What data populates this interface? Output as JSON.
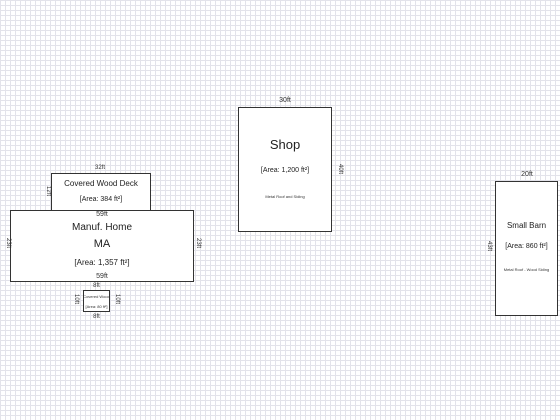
{
  "shapes": {
    "deck": {
      "label": "Covered Wood Deck",
      "area": "[Area: 384 ft²]",
      "top": "32ft",
      "side": "12ft"
    },
    "home": {
      "label1": "Manuf. Home",
      "label2": "MA",
      "area": "[Area: 1,357 ft²]",
      "top": "59ft",
      "bottom": "59ft",
      "left": "23ft",
      "right": "23ft"
    },
    "porch": {
      "top": "8ft",
      "bottom": "8ft",
      "left": "10ft",
      "right": "10ft",
      "label": "Covered Wood",
      "area": "[Area: 80 ft²]"
    },
    "shop": {
      "label": "Shop",
      "area": "[Area: 1,200 ft²]",
      "note": "Metal Roof and Siding",
      "top": "30ft",
      "right": "40ft"
    },
    "barn": {
      "label": "Small Barn",
      "area": "[Area: 860 ft²]",
      "note": "Metal Roof - Wood Siding",
      "top": "20ft",
      "left": "43ft"
    }
  }
}
